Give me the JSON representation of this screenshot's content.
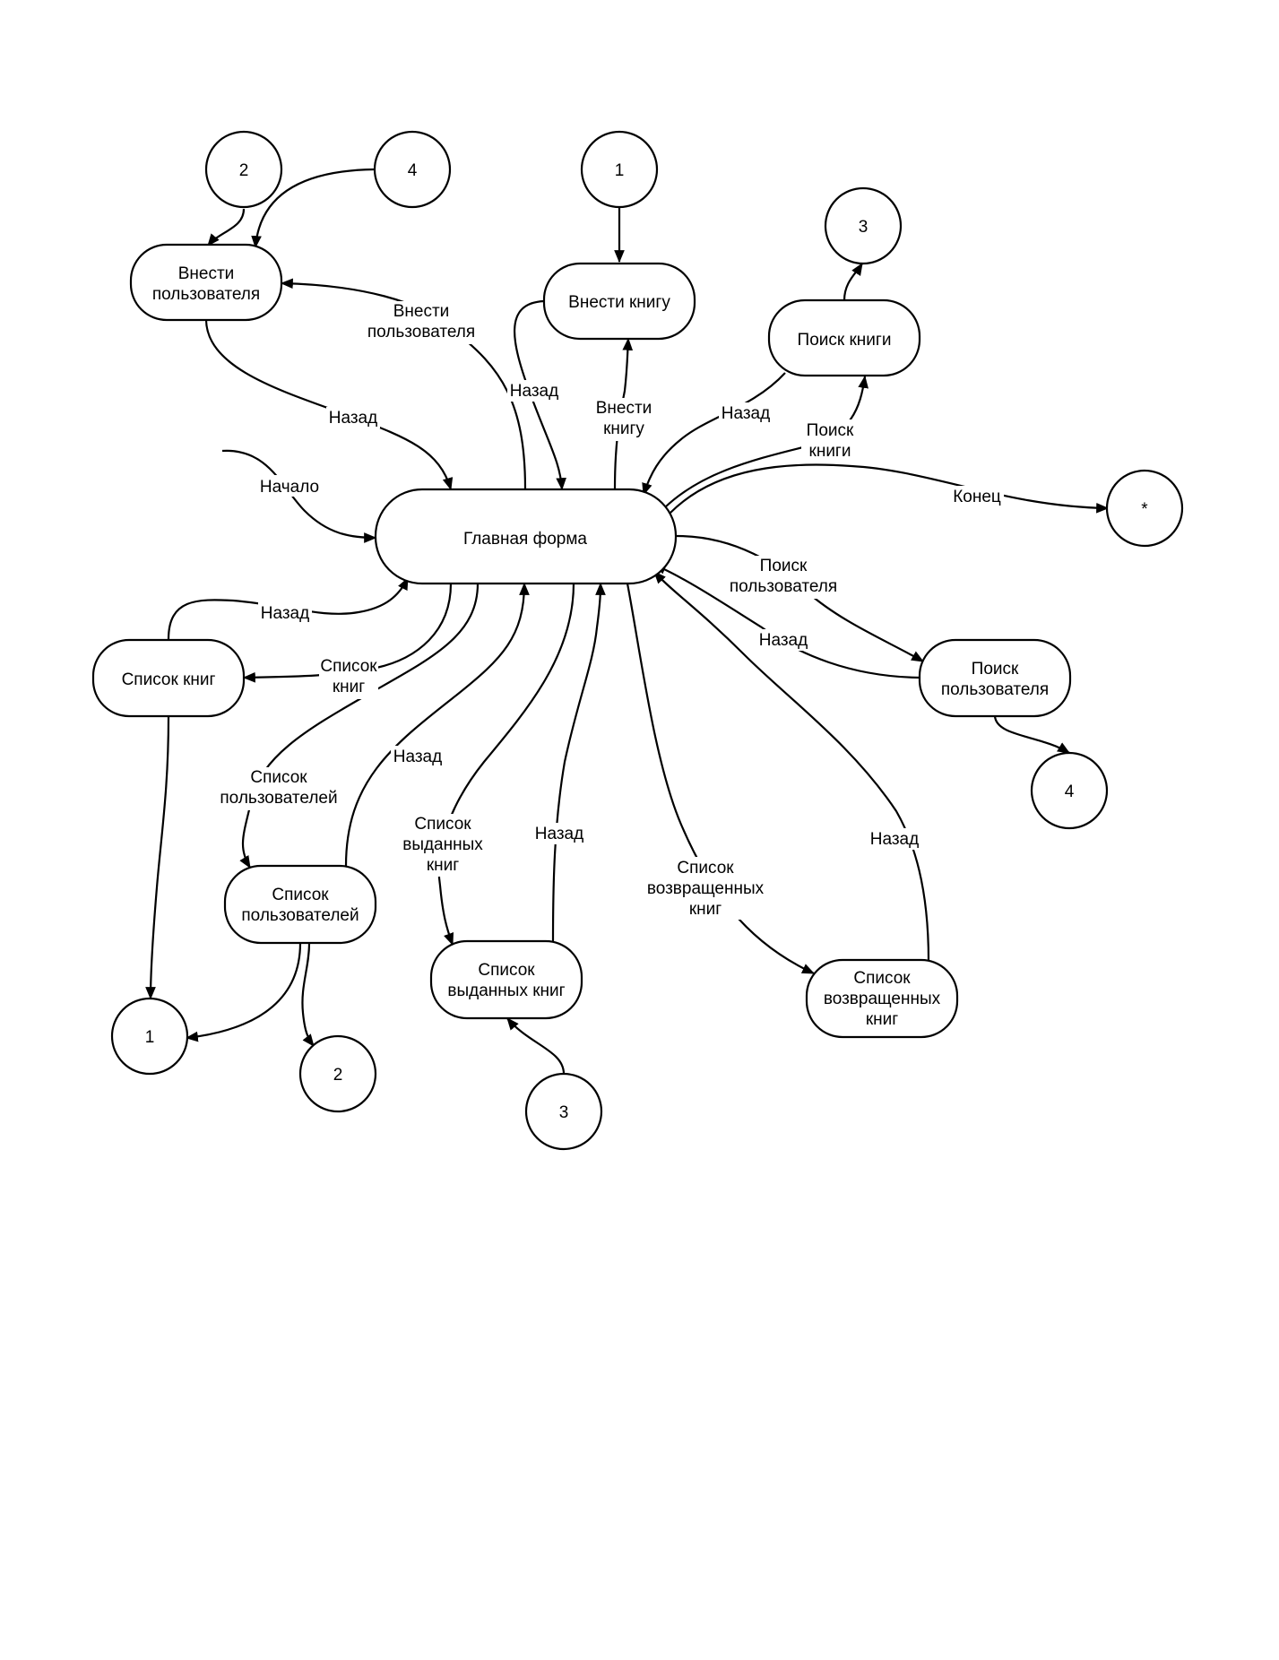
{
  "nodes": {
    "main": "Главная форма",
    "add_user": [
      "Внести",
      "пользователя"
    ],
    "add_book": "Внести книгу",
    "search_book": "Поиск книги",
    "search_user": [
      "Поиск",
      "пользователя"
    ],
    "book_list": "Список книг",
    "user_list": [
      "Список",
      "пользователей"
    ],
    "issued_list": [
      "Список",
      "выданных книг"
    ],
    "returned_list": [
      "Список",
      "возвращенных",
      "книг"
    ],
    "end": "*"
  },
  "connectors": {
    "c_top_2": "2",
    "c_top_4": "4",
    "c_top_1": "1",
    "c_top_3": "3",
    "c_right_4": "4",
    "c_bottom_1": "1",
    "c_bottom_2": "2",
    "c_bottom_3": "3"
  },
  "edge_labels": {
    "start": "Начало",
    "to_add_user": [
      "Внести",
      "пользователя"
    ],
    "back_add_user": "Назад",
    "back_add_book": "Назад",
    "to_add_book": [
      "Внести",
      "книгу"
    ],
    "back_search_book": "Назад",
    "to_search_book": [
      "Поиск",
      "книги"
    ],
    "end": "Конец",
    "to_search_user": [
      "Поиск",
      "пользователя"
    ],
    "back_search_user": "Назад",
    "back_book_list": "Назад",
    "to_book_list": [
      "Список",
      "книг"
    ],
    "to_user_list": [
      "Список",
      "пользователей"
    ],
    "back_user_list": "Назад",
    "to_issued": [
      "Список",
      "выданных",
      "книг"
    ],
    "back_issued": "Назад",
    "to_returned": [
      "Список",
      "возвращенных",
      "книг"
    ],
    "back_returned": "Назад"
  }
}
